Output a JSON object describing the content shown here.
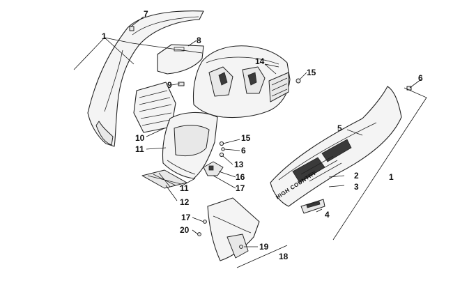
{
  "diagram": {
    "decal_text": "HIGH COUNTRY",
    "callouts": [
      {
        "id": "c1a",
        "label": "1"
      },
      {
        "id": "c7",
        "label": "7"
      },
      {
        "id": "c8",
        "label": "8"
      },
      {
        "id": "c9",
        "label": "9"
      },
      {
        "id": "c14",
        "label": "14"
      },
      {
        "id": "c15a",
        "label": "15"
      },
      {
        "id": "c6a",
        "label": "6"
      },
      {
        "id": "c5",
        "label": "5"
      },
      {
        "id": "c1b",
        "label": "1"
      },
      {
        "id": "c10",
        "label": "10"
      },
      {
        "id": "c11a",
        "label": "11"
      },
      {
        "id": "c15b",
        "label": "15"
      },
      {
        "id": "c6b",
        "label": "6"
      },
      {
        "id": "c13",
        "label": "13"
      },
      {
        "id": "c16",
        "label": "16"
      },
      {
        "id": "c11b",
        "label": "11"
      },
      {
        "id": "c17a",
        "label": "17"
      },
      {
        "id": "c12",
        "label": "12"
      },
      {
        "id": "c2",
        "label": "2"
      },
      {
        "id": "c3",
        "label": "3"
      },
      {
        "id": "c4",
        "label": "4"
      },
      {
        "id": "c17b",
        "label": "17"
      },
      {
        "id": "c20",
        "label": "20"
      },
      {
        "id": "c19",
        "label": "19"
      },
      {
        "id": "c18",
        "label": "18"
      }
    ]
  }
}
